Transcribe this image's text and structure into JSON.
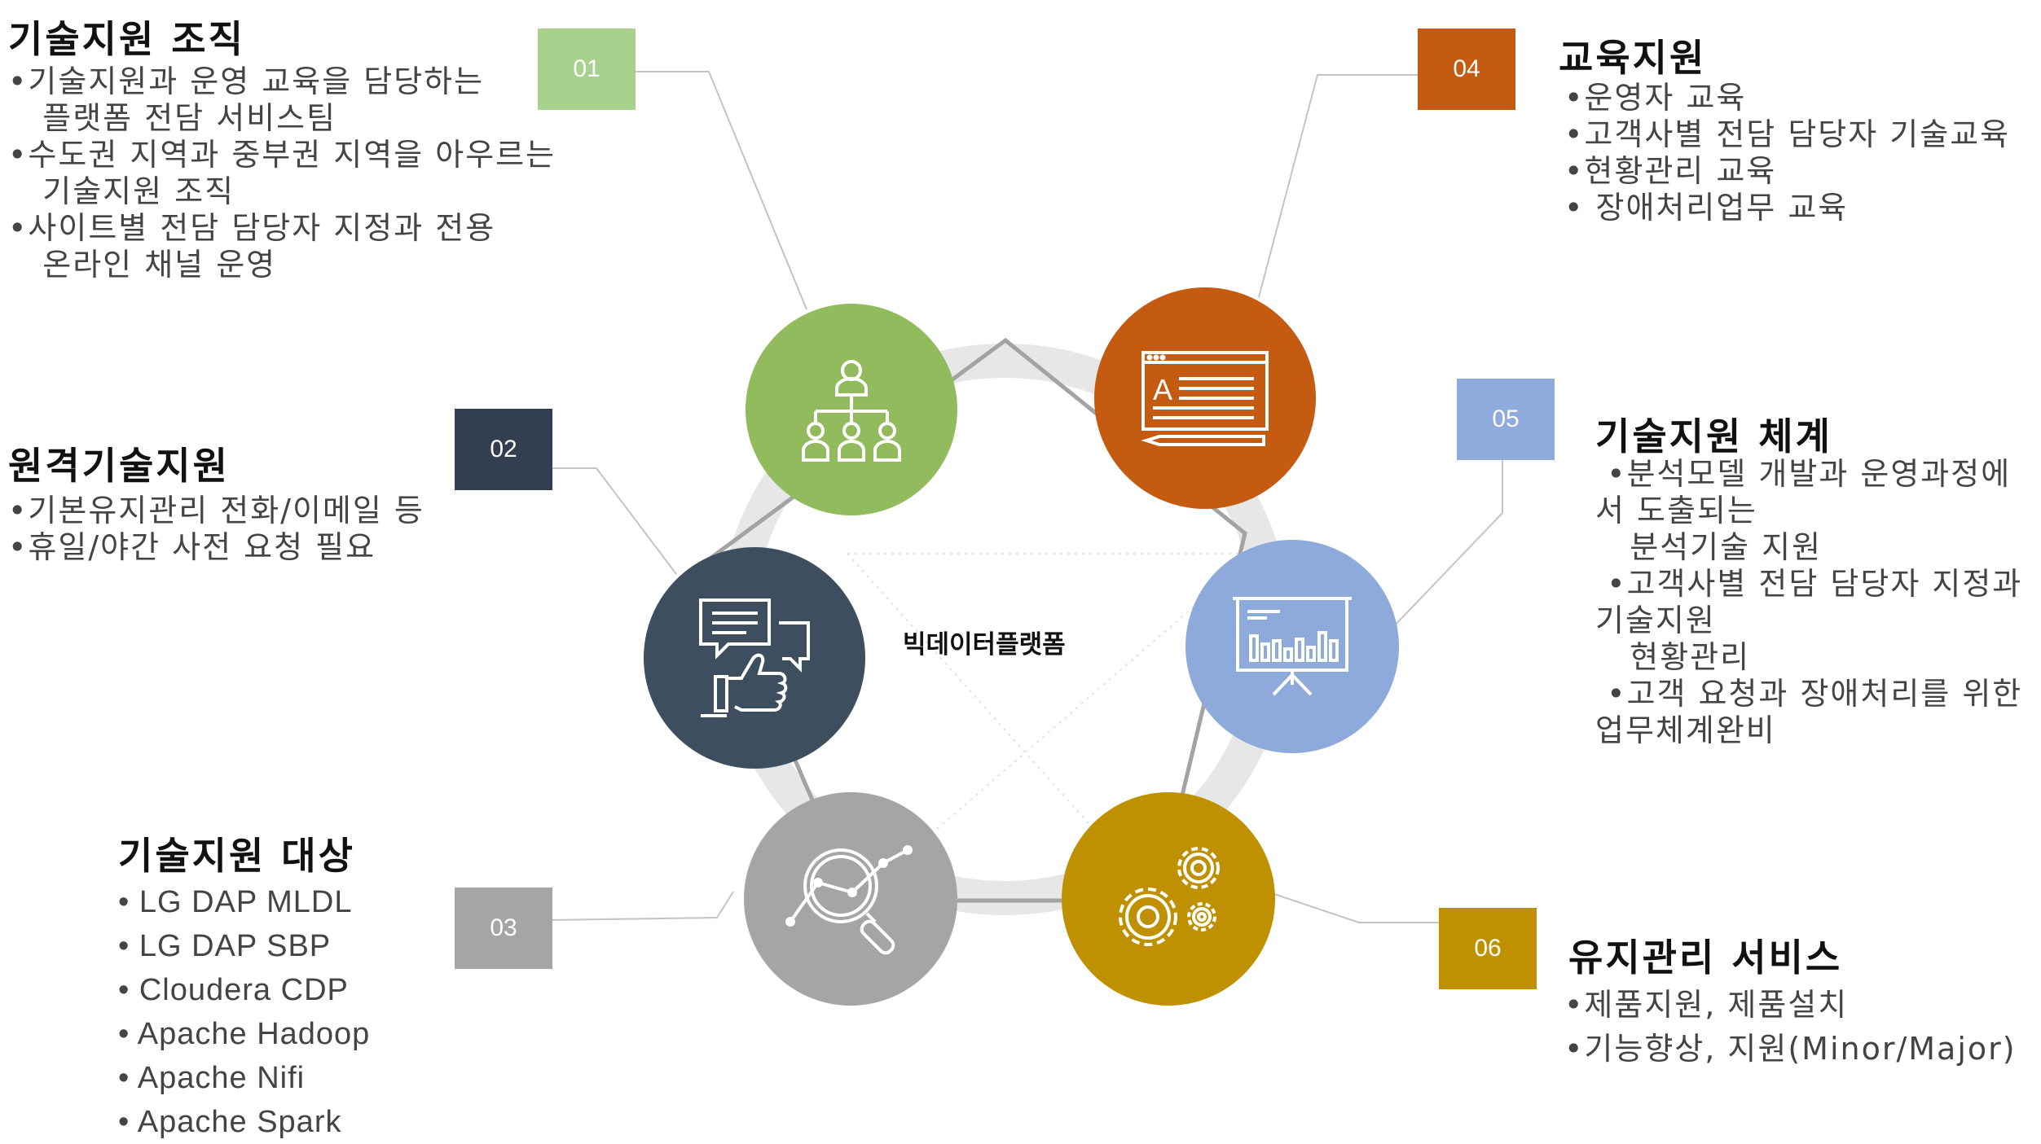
{
  "center_label": "빅데이터플랫폼",
  "colors": {
    "green": "#92bb5e",
    "orange": "#c55a11",
    "blue": "#8eaadb",
    "gold": "#bf9000",
    "gray": "#a5a5a5",
    "navy": "#3d4e5e",
    "green_box": "#a9d18e",
    "blue_box": "#8faadc"
  },
  "sections": {
    "s01": {
      "num": "01",
      "icon": "org-chart-icon",
      "title": "기술지원 조직",
      "items": [
        "•기술지원과 운영 교육을 담당하는",
        "   플랫폼 전담 서비스팀",
        "•수도권 지역과 중부권 지역을 아우르는",
        "   기술지원 조직",
        "•사이트별 전담 담당자 지정과 전용",
        "   온라인 채널 운영"
      ]
    },
    "s02": {
      "num": "02",
      "icon": "chat-thumbs-up-icon",
      "title": "원격기술지원",
      "items": [
        "•기본유지관리 전화/이메일 등",
        "•휴일/야간 사전 요청 필요"
      ]
    },
    "s03": {
      "num": "03",
      "icon": "magnify-chart-icon",
      "title": "기술지원 대상",
      "items": [
        "• LG DAP MLDL",
        "• LG DAP SBP",
        "• Cloudera CDP",
        "• Apache Hadoop",
        "• Apache Nifi",
        "• Apache Spark"
      ]
    },
    "s04": {
      "num": "04",
      "icon": "document-pen-icon",
      "title": "교육지원",
      "items": [
        "•운영자 교육",
        "•고객사별 전담 담당자 기술교육",
        "•현황관리 교육",
        "• 장애처리업무 교육"
      ]
    },
    "s05": {
      "num": "05",
      "icon": "presentation-board-icon",
      "title": "기술지원 체계",
      "items": [
        " •분석모델 개발과 운영과정에",
        "서 도출되는",
        "   분석기술 지원",
        " •고객사별 전담 담당자 지정과",
        "기술지원",
        "   현황관리",
        " •고객 요청과 장애처리를 위한",
        "업무체계완비"
      ]
    },
    "s06": {
      "num": "06",
      "icon": "gears-icon",
      "title": "유지관리 서비스",
      "items": [
        "•제품지원, 제품설치",
        "•기능향상, 지원(Minor/Major)"
      ]
    }
  }
}
